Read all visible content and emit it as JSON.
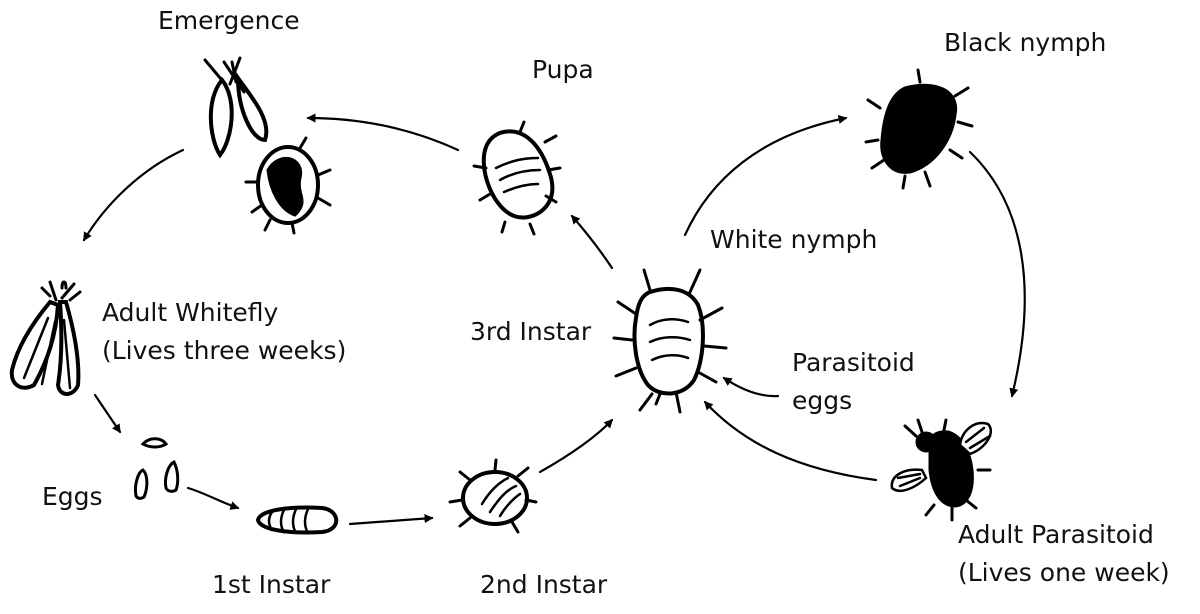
{
  "labels": {
    "emergence": "Emergence",
    "pupa": "Pupa",
    "black_nymph": "Black nymph",
    "white_nymph": "White nymph",
    "adult_whitefly_line1": "Adult Whitefly",
    "adult_whitefly_line2": "(Lives three weeks)",
    "third_instar": "3rd Instar",
    "parasitoid_eggs_line1": "Parasitoid",
    "parasitoid_eggs_line2": "eggs",
    "eggs": "Eggs",
    "first_instar": "1st Instar",
    "second_instar": "2nd Instar",
    "adult_parasitoid_line1": "Adult Parasitoid",
    "adult_parasitoid_line2": "(Lives one week)"
  },
  "colors": {
    "ink": "#000000",
    "background": "#ffffff"
  }
}
